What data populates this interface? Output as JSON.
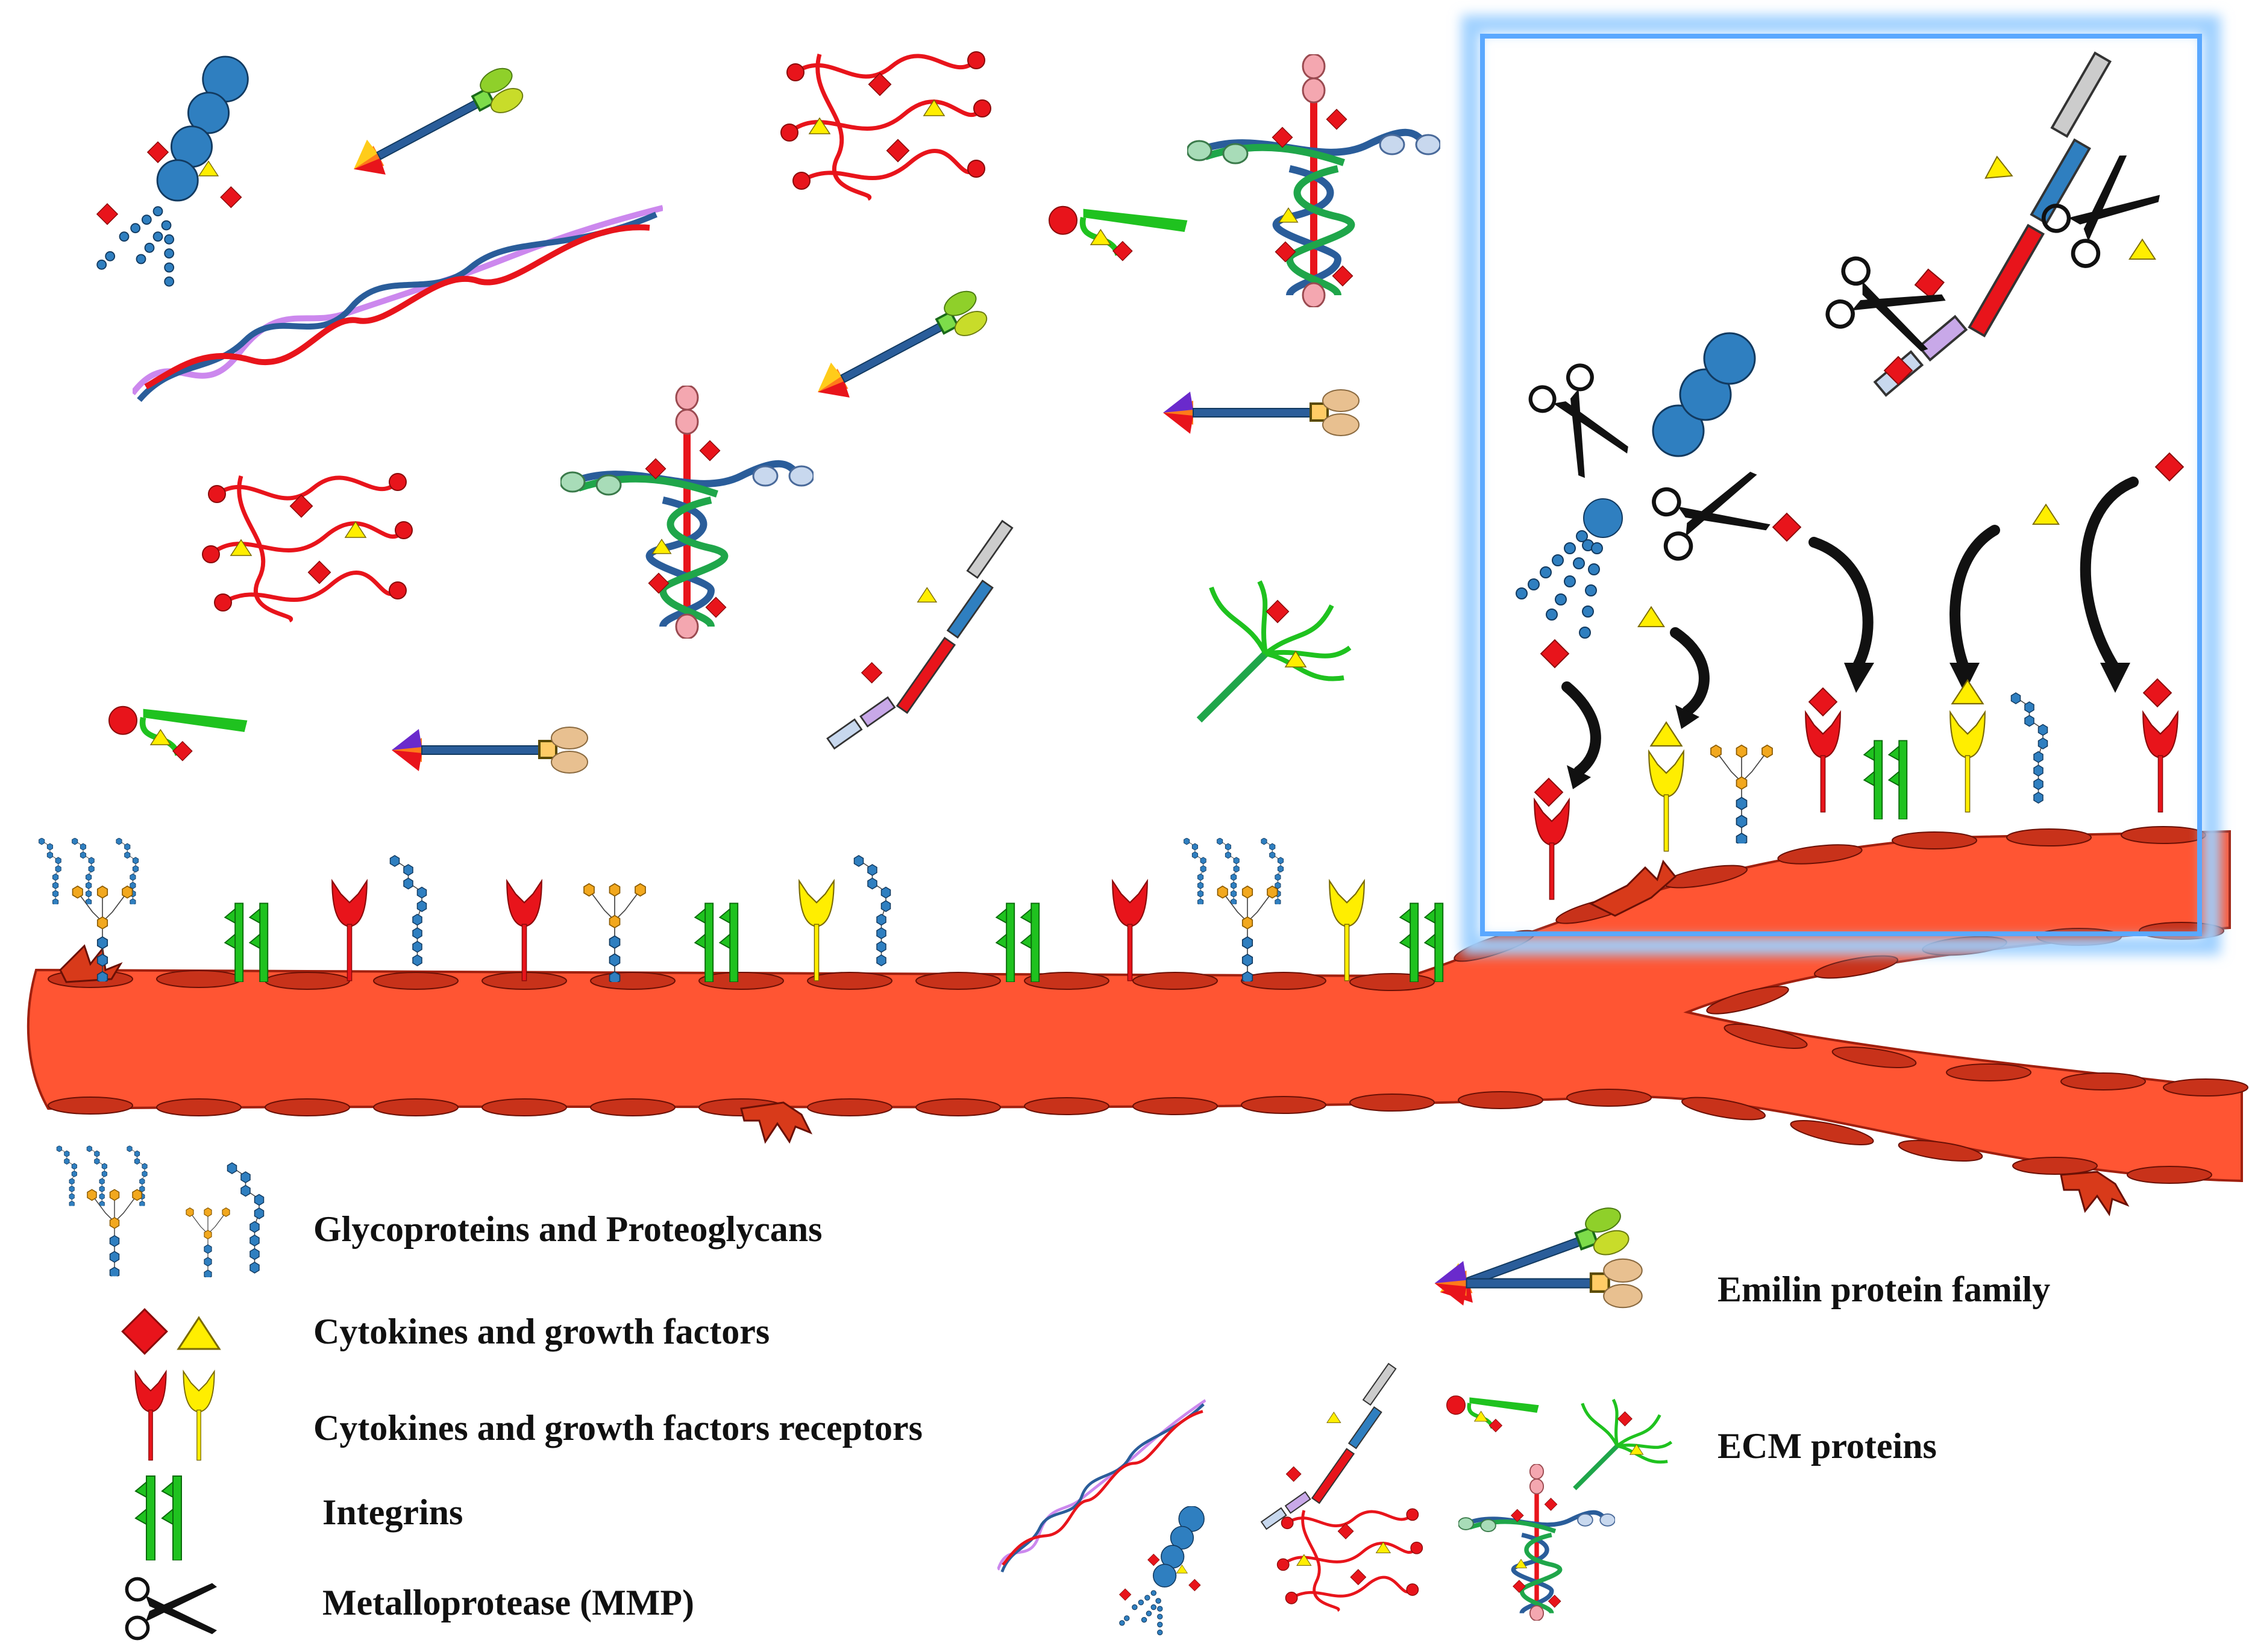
{
  "legend": {
    "glyco": "Glycoproteins and Proteoglycans",
    "cytokines": "Cytokines and growth factors",
    "receptors": "Cytokines and growth factors receptors",
    "integrins": "Integrins",
    "mmp": "Metalloprotease (MMP)",
    "emilin": "Emilin protein family",
    "ecm": "ECM proteins"
  },
  "colors": {
    "vessel": "#ff5533",
    "vessel_cells": "#c8321a",
    "growth_factor_red": "#e8141b",
    "growth_factor_yellow": "#ffee00",
    "integrin_green": "#1fc21f",
    "glyco_blue": "#2f7fc0",
    "glyco_orange": "#f2a81e",
    "highlight_box": "#7fbfff"
  },
  "icons": [
    "scissors-icon",
    "diamond-icon",
    "triangle-icon",
    "receptor-icon",
    "integrin-icon",
    "proteoglycan-icon"
  ]
}
